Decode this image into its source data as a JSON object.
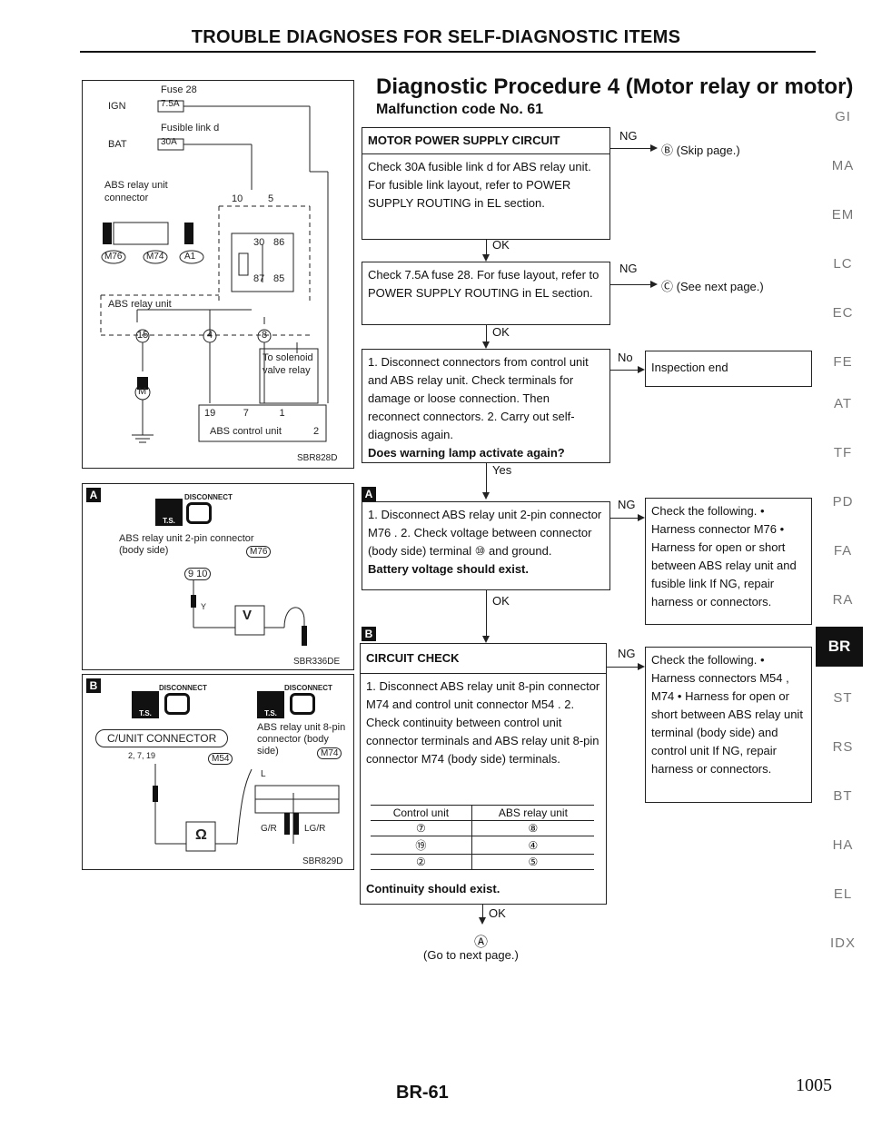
{
  "header": {
    "title": "TROUBLE DIAGNOSES FOR SELF-DIAGNOSTIC ITEMS"
  },
  "procedure": {
    "title": "Diagnostic Procedure 4 (Motor relay or motor)",
    "subtitle": "Malfunction code No. 61"
  },
  "diagram1": {
    "fuse28": "Fuse 28",
    "ign": "IGN",
    "fuse75": "7.5A",
    "fusible_link": "Fusible link d",
    "bat": "BAT",
    "fuse30": "30A",
    "connector_label": "ABS relay unit connector",
    "conn_m76": "M76",
    "conn_m74": "M74",
    "conn_a1": "A1",
    "relay_unit": "ABS relay unit",
    "pin10": "10",
    "pin5": "5",
    "pin30": "30",
    "pin86": "86",
    "pin87": "87",
    "pin85": "85",
    "pin15": "15",
    "pin4": "4",
    "pin8": "8",
    "motor": "M",
    "to_solenoid": "To solenoid valve relay",
    "cu_pins": "19          7           1",
    "cu_label": "ABS control unit",
    "cu_pin2": "2",
    "code": "SBR828D"
  },
  "diagram2": {
    "tag": "A",
    "disconnect": "DISCONNECT",
    "ts": "T.S.",
    "desc": "ABS relay unit 2-pin connector (body side)",
    "conn": "M76",
    "pins": "9 10",
    "wire": "Y",
    "meter": "V",
    "code": "SBR336DE"
  },
  "diagram3": {
    "tag": "B",
    "disconnect": "DISCONNECT",
    "ts": "T.S.",
    "cu_connector": "C/UNIT CONNECTOR",
    "cu_pins": "2, 7, 19",
    "cu_conn": "M54",
    "relay_desc": "ABS relay unit 8-pin connector (body side)",
    "relay_conn": "M74",
    "wire_l": "L",
    "wire_gr": "G/R",
    "wire_lgr": "LG/R",
    "meter": "Ω",
    "code": "SBR829D"
  },
  "flow": {
    "box1": {
      "heading": "MOTOR POWER SUPPLY CIRCUIT",
      "text": "Check 30A fusible link d for ABS relay unit. For fusible link layout, refer to POWER SUPPLY ROUTING in EL section.",
      "ng": "NG",
      "ng_target": "Ⓑ (Skip page.)"
    },
    "ok1": "OK",
    "box2": {
      "text": "Check 7.5A fuse 28. For fuse layout, refer to POWER SUPPLY ROUTING in EL section.",
      "ng": "NG",
      "ng_target": "Ⓒ (See next page.)"
    },
    "ok2": "OK",
    "box3": {
      "text": "1. Disconnect connectors from control unit and ABS relay unit. Check terminals for damage or loose connection. Then reconnect connectors. 2. Carry out self-diagnosis again.",
      "question": "Does warning lamp activate again?",
      "no": "No",
      "no_target": "Inspection end"
    },
    "yes": "Yes",
    "tagA": "A",
    "box4": {
      "text": "1. Disconnect ABS relay unit 2-pin connector M76 . 2. Check voltage between connector (body side) terminal ⑩ and ground.",
      "question": "Battery voltage should exist.",
      "ng": "NG",
      "ng_box": "Check the following. • Harness connector M76 • Harness for open or short between ABS relay unit and fusible link If NG, repair harness or connectors."
    },
    "ok3": "OK",
    "tagB": "B",
    "box5": {
      "heading": "CIRCUIT CHECK",
      "text": "1. Disconnect ABS relay unit 8-pin connector M74 and control unit connector M54 . 2. Check continuity between control unit connector terminals and ABS relay unit 8-pin connector M74 (body side) terminals.",
      "table_headers": [
        "Control unit",
        "ABS relay unit"
      ],
      "table_rows": [
        [
          "⑦",
          "⑧"
        ],
        [
          "⑲",
          "④"
        ],
        [
          "②",
          "⑤"
        ]
      ],
      "question": "Continuity should exist.",
      "ng": "NG",
      "ng_box": "Check the following. • Harness connectors M54 , M74 • Harness for open or short between ABS relay unit terminal (body side) and control unit If NG, repair harness or connectors."
    },
    "ok4": "OK",
    "next": "Ⓐ",
    "next_text": "(Go to next page.)"
  },
  "sidebar": [
    "GI",
    "MA",
    "EM",
    "LC",
    "EC",
    "FE",
    "AT",
    "TF",
    "PD",
    "FA",
    "RA",
    "BR",
    "ST",
    "RS",
    "BT",
    "HA",
    "EL",
    "IDX"
  ],
  "sidebar_active": "BR",
  "footer": {
    "page": "BR-61",
    "number": "1005"
  }
}
